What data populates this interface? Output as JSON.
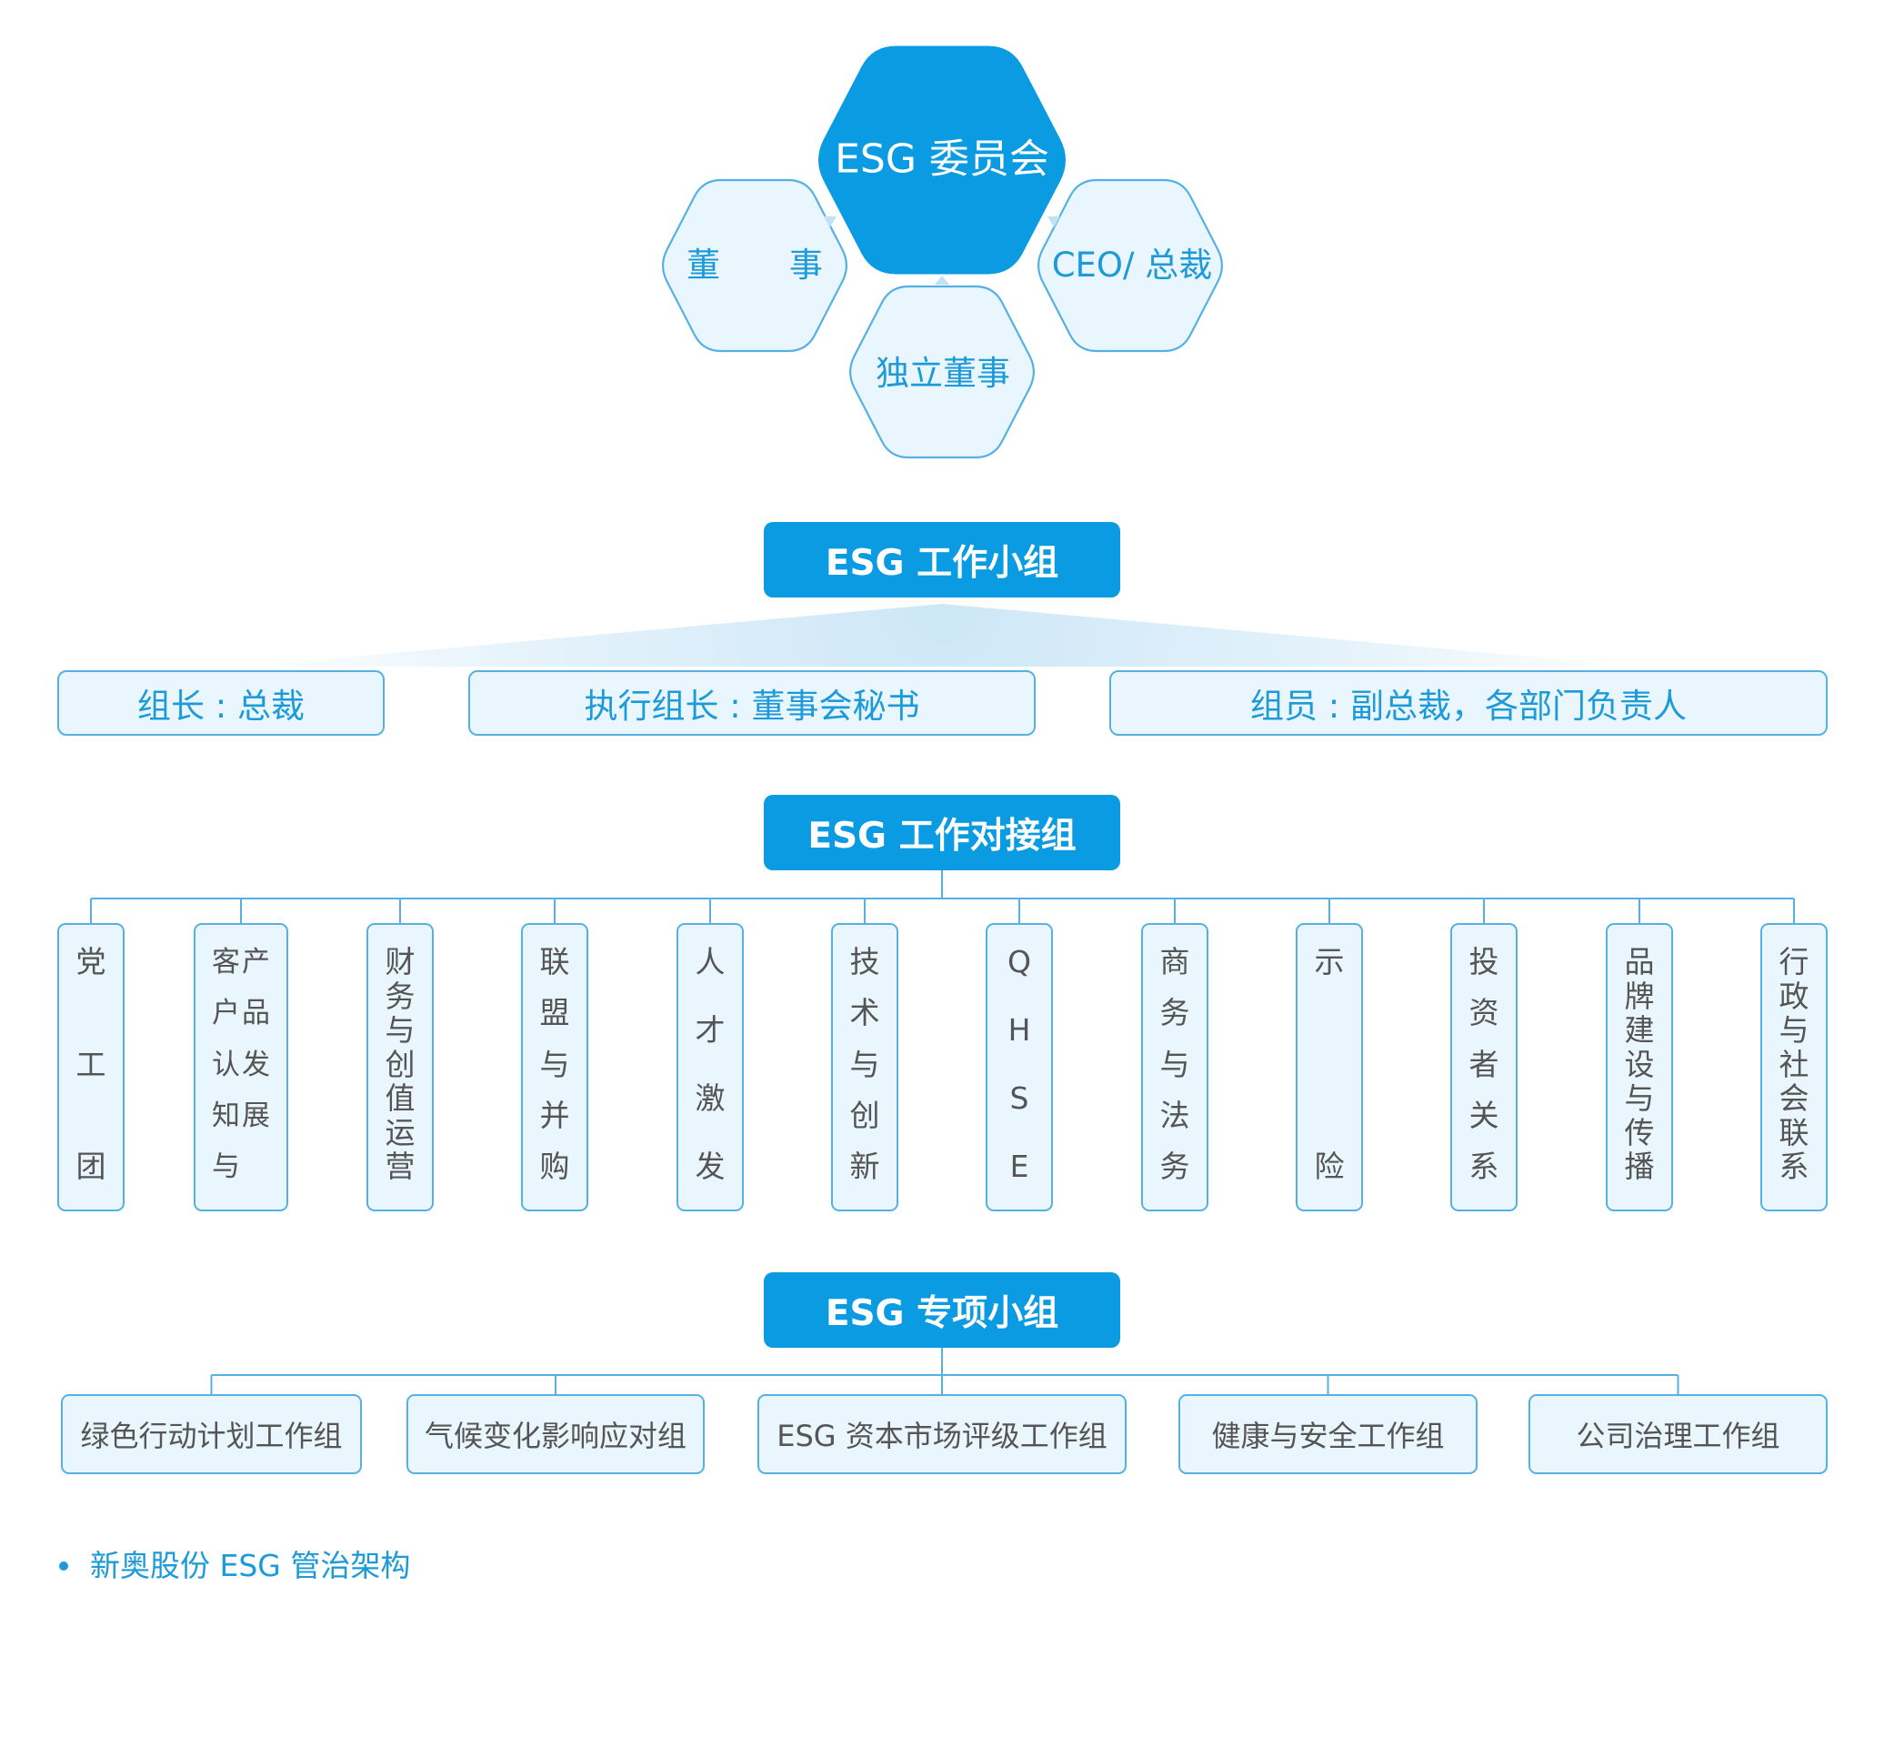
{
  "committee": {
    "title": "ESG 委员会",
    "members": {
      "board": "董 事",
      "ceo": "CEO/ 总裁",
      "independent_directors": "独立董事"
    }
  },
  "working_group": {
    "title": "ESG 工作小组",
    "roles": [
      "组长 : 总裁",
      "执行组长 : 董事会秘书",
      "组员 : 副总裁，各部门负责人"
    ]
  },
  "liaison_group": {
    "title": "ESG 工作对接组",
    "items": [
      {
        "columns": [
          "党工团"
        ]
      },
      {
        "columns": [
          "客户认知与",
          "产品发展"
        ]
      },
      {
        "columns": [
          "财务与创值运营"
        ]
      },
      {
        "columns": [
          "联盟与并购"
        ]
      },
      {
        "columns": [
          "人才激发"
        ]
      },
      {
        "columns": [
          "技术与创新"
        ]
      },
      {
        "columns": [
          "QHSE"
        ]
      },
      {
        "columns": [
          "商务与法务"
        ]
      },
      {
        "columns": [
          "示险"
        ]
      },
      {
        "columns": [
          "投资者关系"
        ]
      },
      {
        "columns": [
          "品牌建设与传播"
        ]
      },
      {
        "columns": [
          "行政与社会联系"
        ]
      }
    ]
  },
  "special_group": {
    "title": "ESG 专项小组",
    "items": [
      "绿色行动计划工作组",
      "气候变化影响应对组",
      "ESG 资本市场评级工作组",
      "健康与安全工作组",
      "公司治理工作组"
    ]
  },
  "caption": "新奥股份 ESG 管治架构",
  "colors": {
    "primary": "#0a9be2",
    "light_fill": "#eaf6fd",
    "border": "#55b0e4",
    "blue_text": "#1c9ad9",
    "gray_text": "#555555"
  }
}
